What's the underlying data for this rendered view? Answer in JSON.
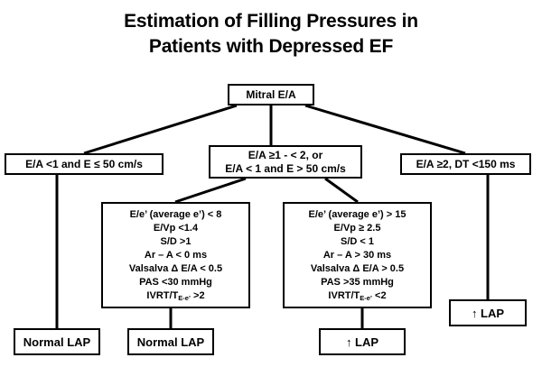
{
  "title": {
    "line1": "Estimation of Filling Pressures in",
    "line2": "Patients with Depressed EF"
  },
  "nodes": {
    "root": {
      "label": "Mitral E/A"
    },
    "branch_left": {
      "label": "E/A <1 and E ≤ 50 cm/s"
    },
    "branch_mid": {
      "line1": "E/A ≥1 - < 2, or",
      "line2": "E/A < 1 and E > 50 cm/s"
    },
    "branch_right": {
      "label": "E/A ≥2, DT <150 ms"
    },
    "criteria_left": {
      "lines": [
        "E/e’ (average e’) < 8",
        "E/Vp <1.4",
        "S/D >1",
        "Ar – A < 0 ms",
        "Valsalva Δ E/A < 0.5",
        "PAS <30 mmHg"
      ],
      "last_prefix": "IVRT/T",
      "last_sub": "E-e’",
      "last_suffix": " >2"
    },
    "criteria_right": {
      "lines": [
        "E/e’ (average e’) > 15",
        "E/Vp ≥ 2.5",
        "S/D < 1",
        "Ar – A > 30 ms",
        "Valsalva Δ E/A > 0.5",
        "PAS >35 mmHg"
      ],
      "last_prefix": "IVRT/T",
      "last_sub": "E-e’",
      "last_suffix": " <2"
    },
    "outcome_1": {
      "label": "Normal LAP"
    },
    "outcome_2": {
      "label": "Normal LAP"
    },
    "outcome_3": {
      "label": "↑ LAP"
    },
    "outcome_4": {
      "label": "↑ LAP"
    }
  },
  "style": {
    "stroke": "#000000",
    "background": "#ffffff",
    "text": "#000000"
  }
}
